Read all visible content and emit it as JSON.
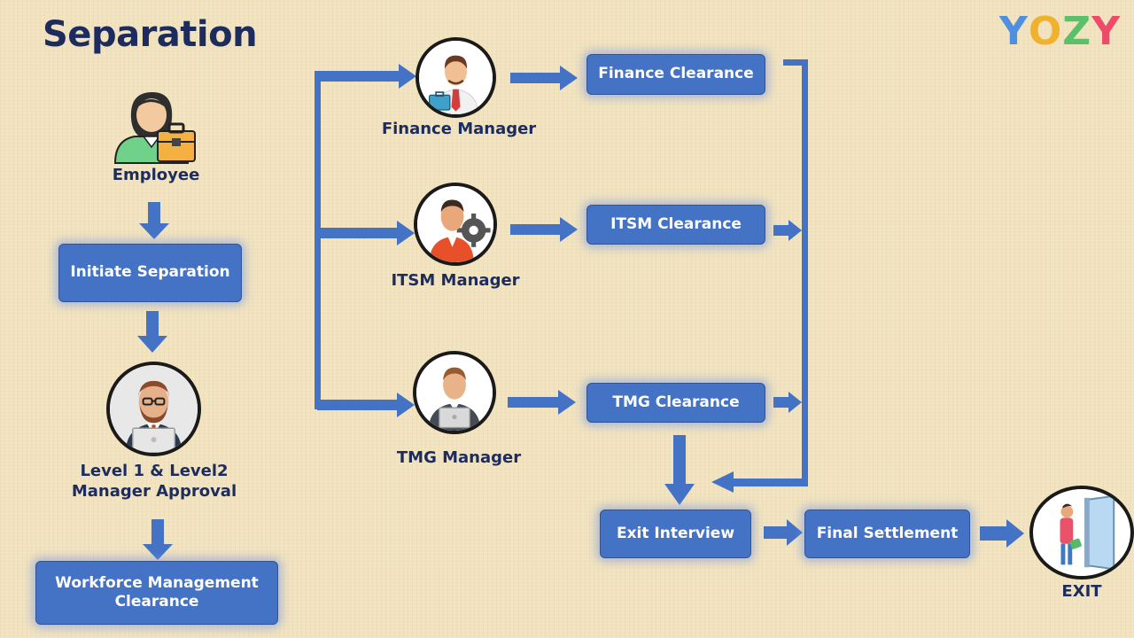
{
  "title": "Separation",
  "logo": {
    "letters": [
      "Y",
      "O",
      "Z",
      "Y"
    ],
    "colors": [
      "#4f8fe0",
      "#f2b12c",
      "#5ac06a",
      "#ee4b6a"
    ]
  },
  "nodes": {
    "employee": {
      "label": "Employee",
      "icon": "employee-with-briefcase-icon"
    },
    "initiate_separation": {
      "label": "Initiate Separation"
    },
    "manager_approval": {
      "label_line1": "Level 1 & Level2",
      "label_line2": "Manager Approval",
      "icon": "manager-at-laptop-icon"
    },
    "workforce_clearance": {
      "label_line1": "Workforce Management",
      "label_line2": "Clearance"
    },
    "finance_manager": {
      "label": "Finance Manager",
      "icon": "finance-manager-icon"
    },
    "itsm_manager": {
      "label": "ITSM Manager",
      "icon": "itsm-manager-icon"
    },
    "tmg_manager": {
      "label": "TMG Manager",
      "icon": "tmg-manager-icon"
    },
    "finance_clearance": {
      "label": "Finance Clearance"
    },
    "itsm_clearance": {
      "label": "ITSM Clearance"
    },
    "tmg_clearance": {
      "label": "TMG Clearance"
    },
    "exit_interview": {
      "label": "Exit Interview"
    },
    "final_settlement": {
      "label": "Final Settlement"
    },
    "exit": {
      "label": "EXIT",
      "icon": "exit-door-icon"
    }
  },
  "colors": {
    "box_fill": "#4472c4",
    "arrow": "#4472c4",
    "text_dark": "#1d2c5e"
  }
}
